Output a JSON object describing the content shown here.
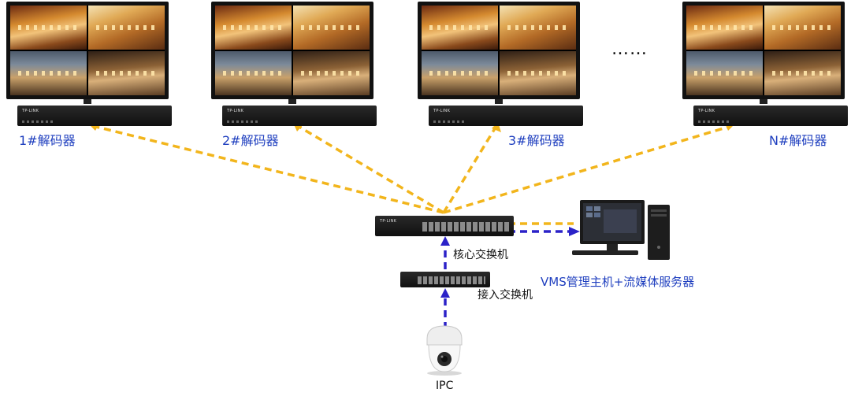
{
  "decoders": [
    {
      "label": "1#解码器",
      "brand": "TP-LINK"
    },
    {
      "label": "2#解码器",
      "brand": "TP-LINK"
    },
    {
      "label": "3#解码器",
      "brand": "TP-LINK"
    },
    {
      "label": "N#解码器",
      "brand": "TP-LINK"
    }
  ],
  "ellipsis": "……",
  "core_switch": {
    "label": "核心交换机",
    "brand": "TP-LINK"
  },
  "access_switch": {
    "label": "接入交换机"
  },
  "vms_server": {
    "label": "VMS管理主机+流媒体服务器"
  },
  "ipc": {
    "label": "IPC"
  },
  "colors": {
    "decoder_link": "#f2b51c",
    "upstream_link": "#2b22c8",
    "label_blue": "#1f3fbf"
  }
}
